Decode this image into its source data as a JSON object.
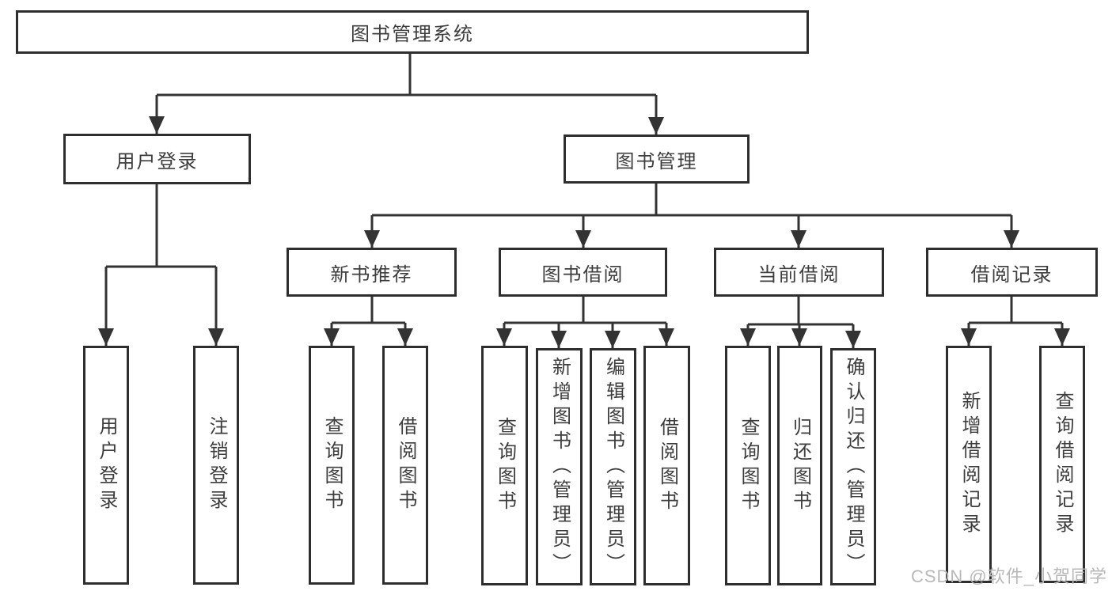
{
  "diagram": {
    "root": {
      "label": "图书管理系统"
    },
    "user_login": {
      "label": "用户登录",
      "children": {
        "login": {
          "label": "用户登录"
        },
        "logout": {
          "label": "注销登录"
        }
      }
    },
    "book_mgmt": {
      "label": "图书管理",
      "children": {
        "new_book_rec": {
          "label": "新书推荐",
          "children": {
            "query_book": {
              "label": "查询图书"
            },
            "borrow_book": {
              "label": "借阅图书"
            }
          }
        },
        "book_borrow": {
          "label": "图书借阅",
          "children": {
            "query_book": {
              "label": "查询图书"
            },
            "add_book": {
              "label": "新增图书（管理员）"
            },
            "edit_book": {
              "label": "编辑图书（管理员）"
            },
            "borrow_book": {
              "label": "借阅图书"
            }
          }
        },
        "current_borrow": {
          "label": "当前借阅",
          "children": {
            "query_book": {
              "label": "查询图书"
            },
            "return_book": {
              "label": "归还图书"
            },
            "confirm_return": {
              "label": "确认归还（管理员）"
            }
          }
        },
        "borrow_records": {
          "label": "借阅记录",
          "children": {
            "add_record": {
              "label": "新增借阅记录"
            },
            "query_record": {
              "label": "查询借阅记录"
            }
          }
        }
      }
    }
  },
  "watermark": {
    "text": "CSDN @软件_小贺同学"
  },
  "colors": {
    "box_border": "#2e2e2e",
    "connector": "#333333",
    "text": "#3d3d3d",
    "watermark": "#b8b8b8",
    "background": "#ffffff"
  }
}
